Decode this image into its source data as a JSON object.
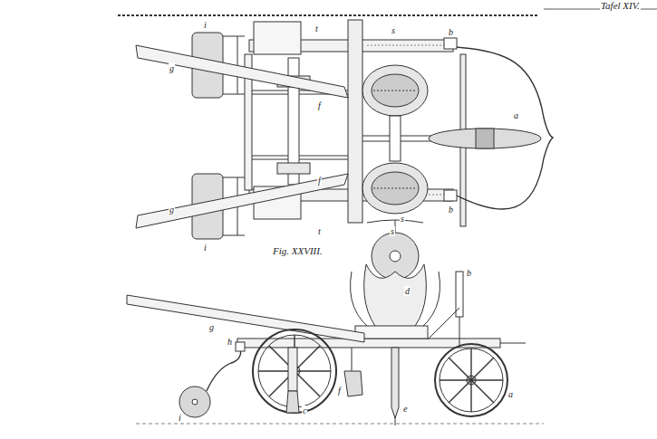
{
  "diagram": {
    "labels": [
      "Tafel XIV.",
      "t",
      "s",
      "b",
      "g",
      "i",
      "f",
      "a",
      "i",
      "f",
      "b",
      "s",
      "t",
      "g",
      "Fig. XXVIII.",
      "s",
      "b",
      "d",
      "g",
      "h",
      "f",
      "e",
      "a",
      "i",
      "c"
    ]
  }
}
